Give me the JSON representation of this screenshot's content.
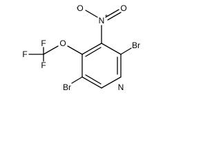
{
  "molecule": {
    "atoms": {
      "n_ring": "N",
      "n_nitro": "N",
      "o_nitro_double": "O",
      "o_nitro_single": "O",
      "o_ether": "O",
      "c_cf3": "",
      "f_top": "F",
      "f_left": "F",
      "f_bottom": "F",
      "br_c2": "Br",
      "br_c5": "Br"
    },
    "charges": {
      "nitro_n": "+",
      "nitro_o": "-"
    },
    "colors": {
      "bond": "#000000",
      "label": "#000000",
      "background": "#ffffff"
    }
  }
}
